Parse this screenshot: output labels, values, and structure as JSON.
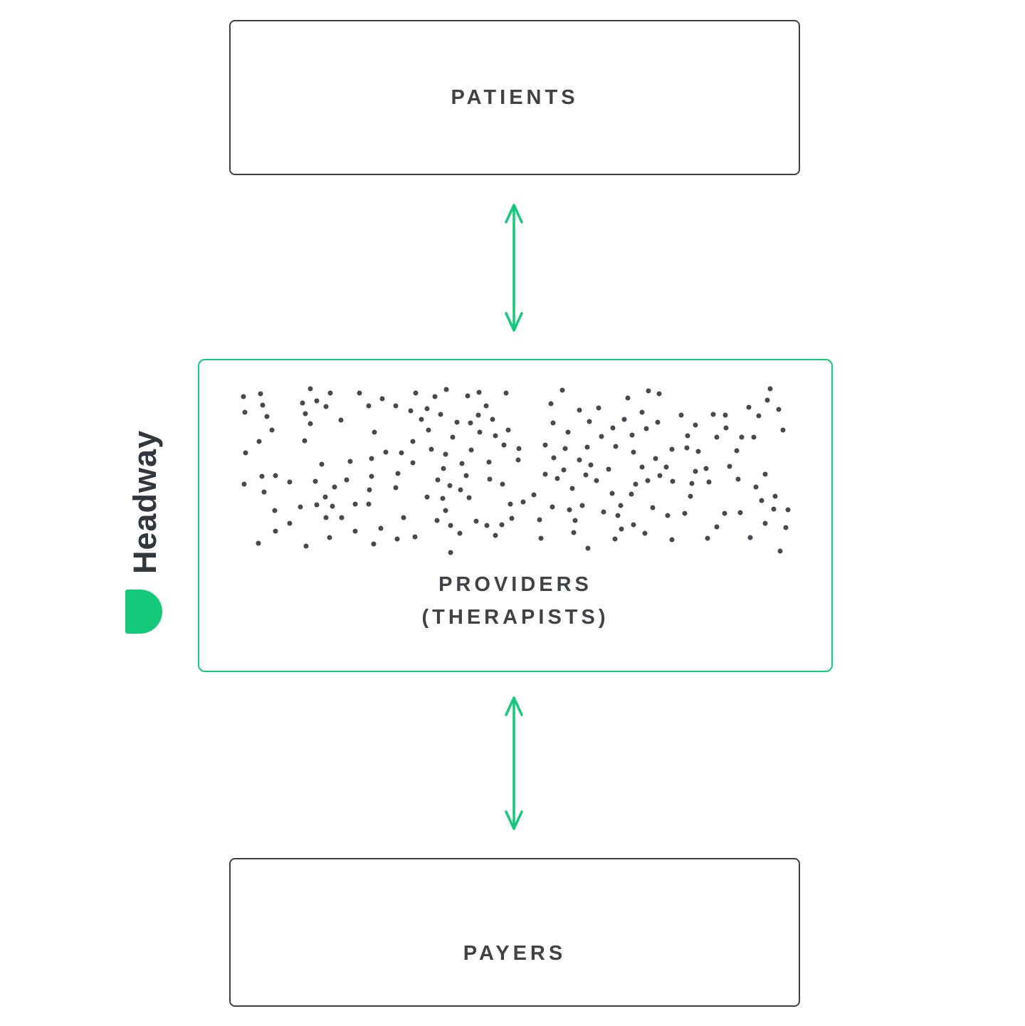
{
  "brand": {
    "wordmark": "Headway",
    "green": "#14c97a",
    "dark_text": "#3f4347",
    "dark_border": "#3c4043",
    "dot_color": "#46494d"
  },
  "nodes": {
    "patients": {
      "label": "PATIENTS"
    },
    "providers": {
      "label_line1": "PROVIDERS",
      "label_line2": "(THERAPISTS)"
    },
    "payers": {
      "label": "PAYERS"
    }
  },
  "dots": {
    "count": 212,
    "seed": 7,
    "min_distance": 15,
    "dot_size": 7
  }
}
